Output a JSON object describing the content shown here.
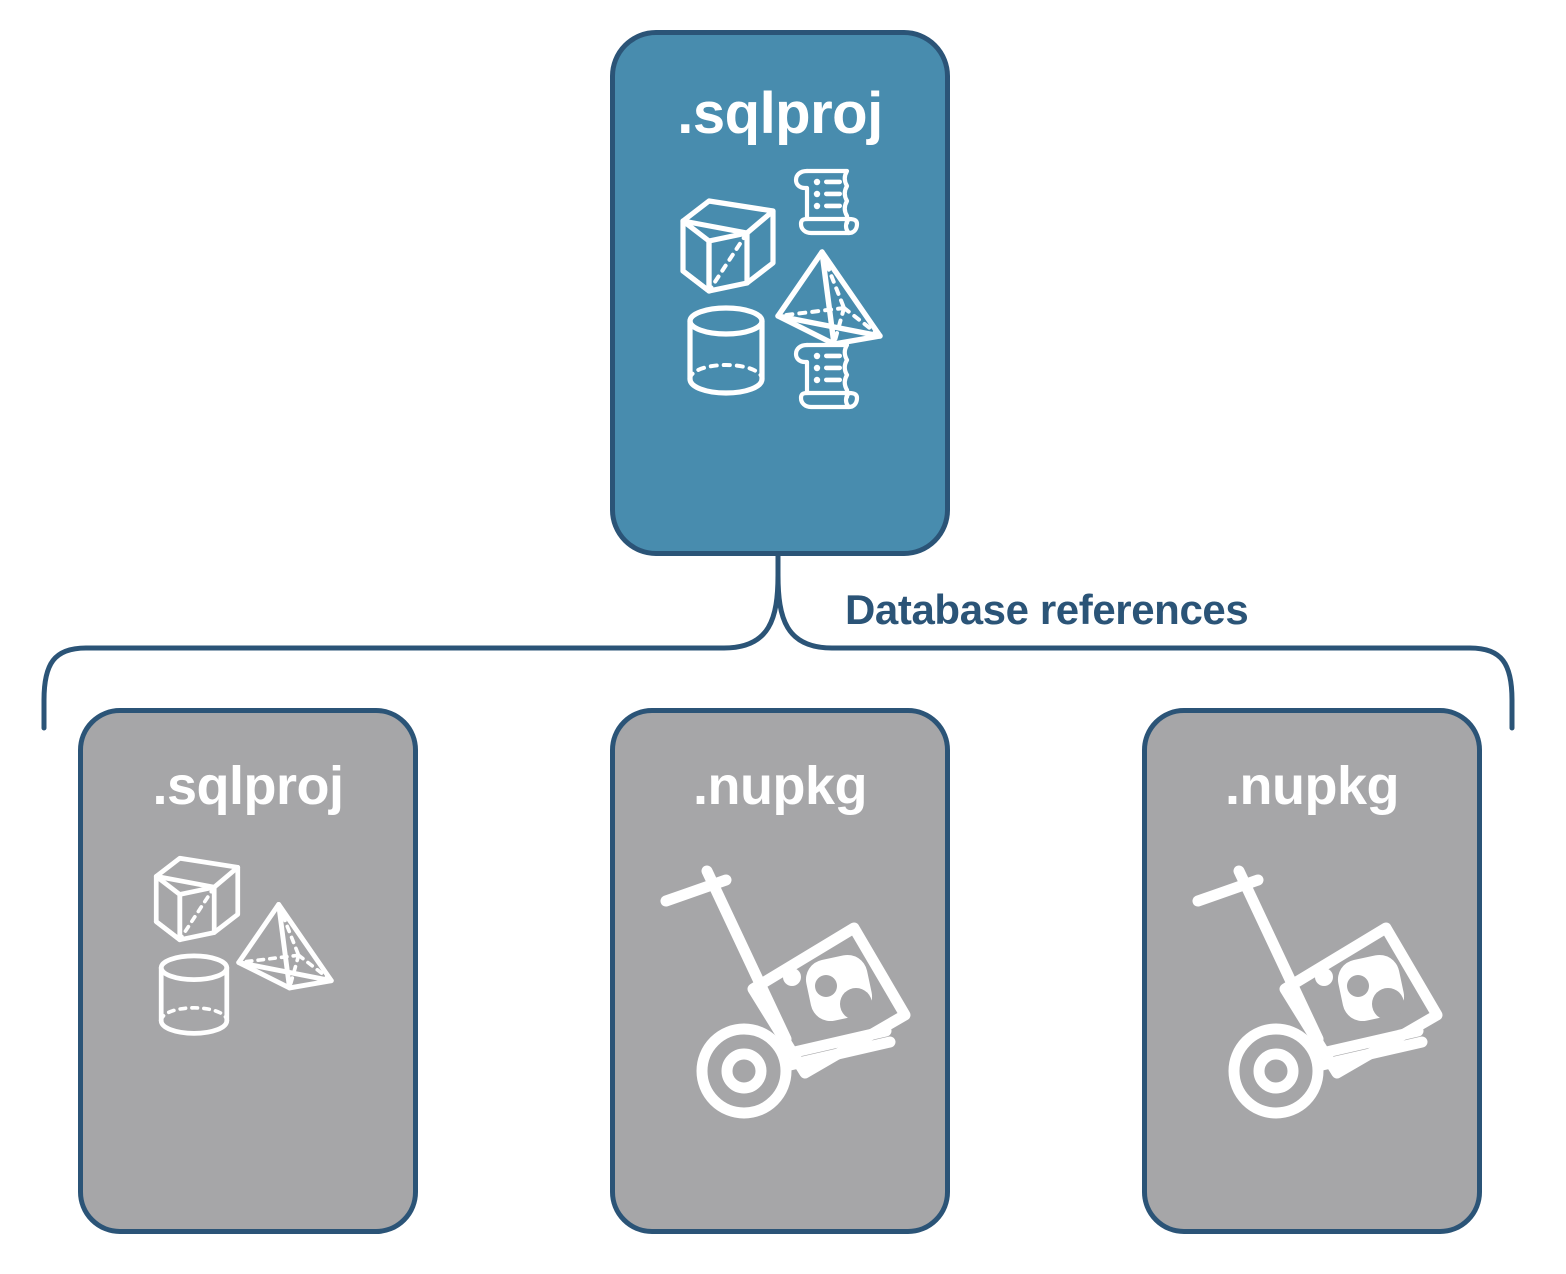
{
  "diagram": {
    "title_text": "Database references",
    "colors": {
      "teal_fill": "#488CAE",
      "gray_fill": "#A6A6A8",
      "border_navy": "#2B5477",
      "label_navy": "#2B5477",
      "icon_white": "#FFFFFF",
      "page_background": "#FFFFFF"
    },
    "connector": {
      "type": "curly-brace",
      "label": "Database references",
      "parent": "card-sqlproj-top",
      "children": [
        "card-sqlproj-ref",
        "card-nupkg-1",
        "card-nupkg-2"
      ]
    },
    "nodes": [
      {
        "id": "card-sqlproj-top",
        "title": ".sqlproj",
        "role": "parent-project",
        "fill": "teal",
        "icons": [
          "cube-icon",
          "pyramid-icon",
          "cylinder-icon",
          "scroll-icon",
          "scroll-icon"
        ]
      },
      {
        "id": "card-sqlproj-ref",
        "title": ".sqlproj",
        "role": "referenced-project",
        "fill": "gray",
        "icons": [
          "cube-icon",
          "pyramid-icon",
          "cylinder-icon"
        ]
      },
      {
        "id": "card-nupkg-1",
        "title": ".nupkg",
        "role": "referenced-package",
        "fill": "gray",
        "icons": [
          "hand-truck-package-icon"
        ]
      },
      {
        "id": "card-nupkg-2",
        "title": ".nupkg",
        "role": "referenced-package",
        "fill": "gray",
        "icons": [
          "hand-truck-package-icon"
        ]
      }
    ]
  }
}
